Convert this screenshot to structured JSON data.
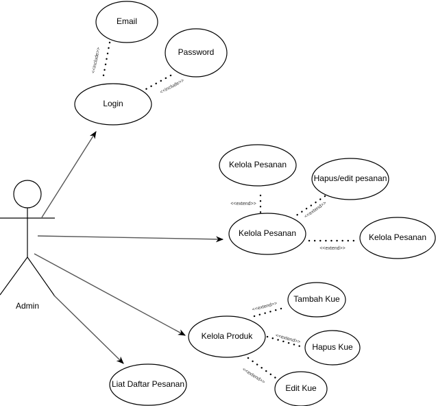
{
  "diagram": {
    "type": "use-case",
    "actor": {
      "name": "Admin"
    },
    "use_cases": {
      "email": "Email",
      "password": "Password",
      "login": "Login",
      "kelola_pesanan_top": "Kelola Pesanan",
      "hapus_edit": "Hapus/edit pesanan",
      "kelola_pesanan_main": "Kelola Pesanan",
      "kelola_pesanan_right": "Kelola Pesanan",
      "tambah_kue": "Tambah Kue",
      "kelola_produk": "Kelola Produk",
      "hapus_kue": "Hapus Kue",
      "edit_kue": "Edit Kue",
      "liat_daftar": "Liat Daftar Pesanan"
    },
    "relations": {
      "include": "<<include>>",
      "extend": "<<extend>>"
    },
    "associations": [
      {
        "from": "Admin",
        "to": "Login"
      },
      {
        "from": "Admin",
        "to": "Kelola Pesanan"
      },
      {
        "from": "Admin",
        "to": "Kelola Produk"
      },
      {
        "from": "Admin",
        "to": "Liat Daftar Pesanan"
      }
    ],
    "dependencies": [
      {
        "from": "Login",
        "to": "Email",
        "type": "include"
      },
      {
        "from": "Login",
        "to": "Password",
        "type": "include"
      },
      {
        "from": "Kelola Pesanan",
        "to": "Kelola Pesanan",
        "type": "extend"
      },
      {
        "from": "Kelola Pesanan",
        "to": "Hapus/edit pesanan",
        "type": "extend"
      },
      {
        "from": "Kelola Pesanan",
        "to": "Kelola Pesanan",
        "type": "extend"
      },
      {
        "from": "Kelola Produk",
        "to": "Tambah Kue",
        "type": "extend"
      },
      {
        "from": "Kelola Produk",
        "to": "Hapus Kue",
        "type": "extend"
      },
      {
        "from": "Kelola Produk",
        "to": "Edit Kue",
        "type": "extend"
      }
    ]
  }
}
